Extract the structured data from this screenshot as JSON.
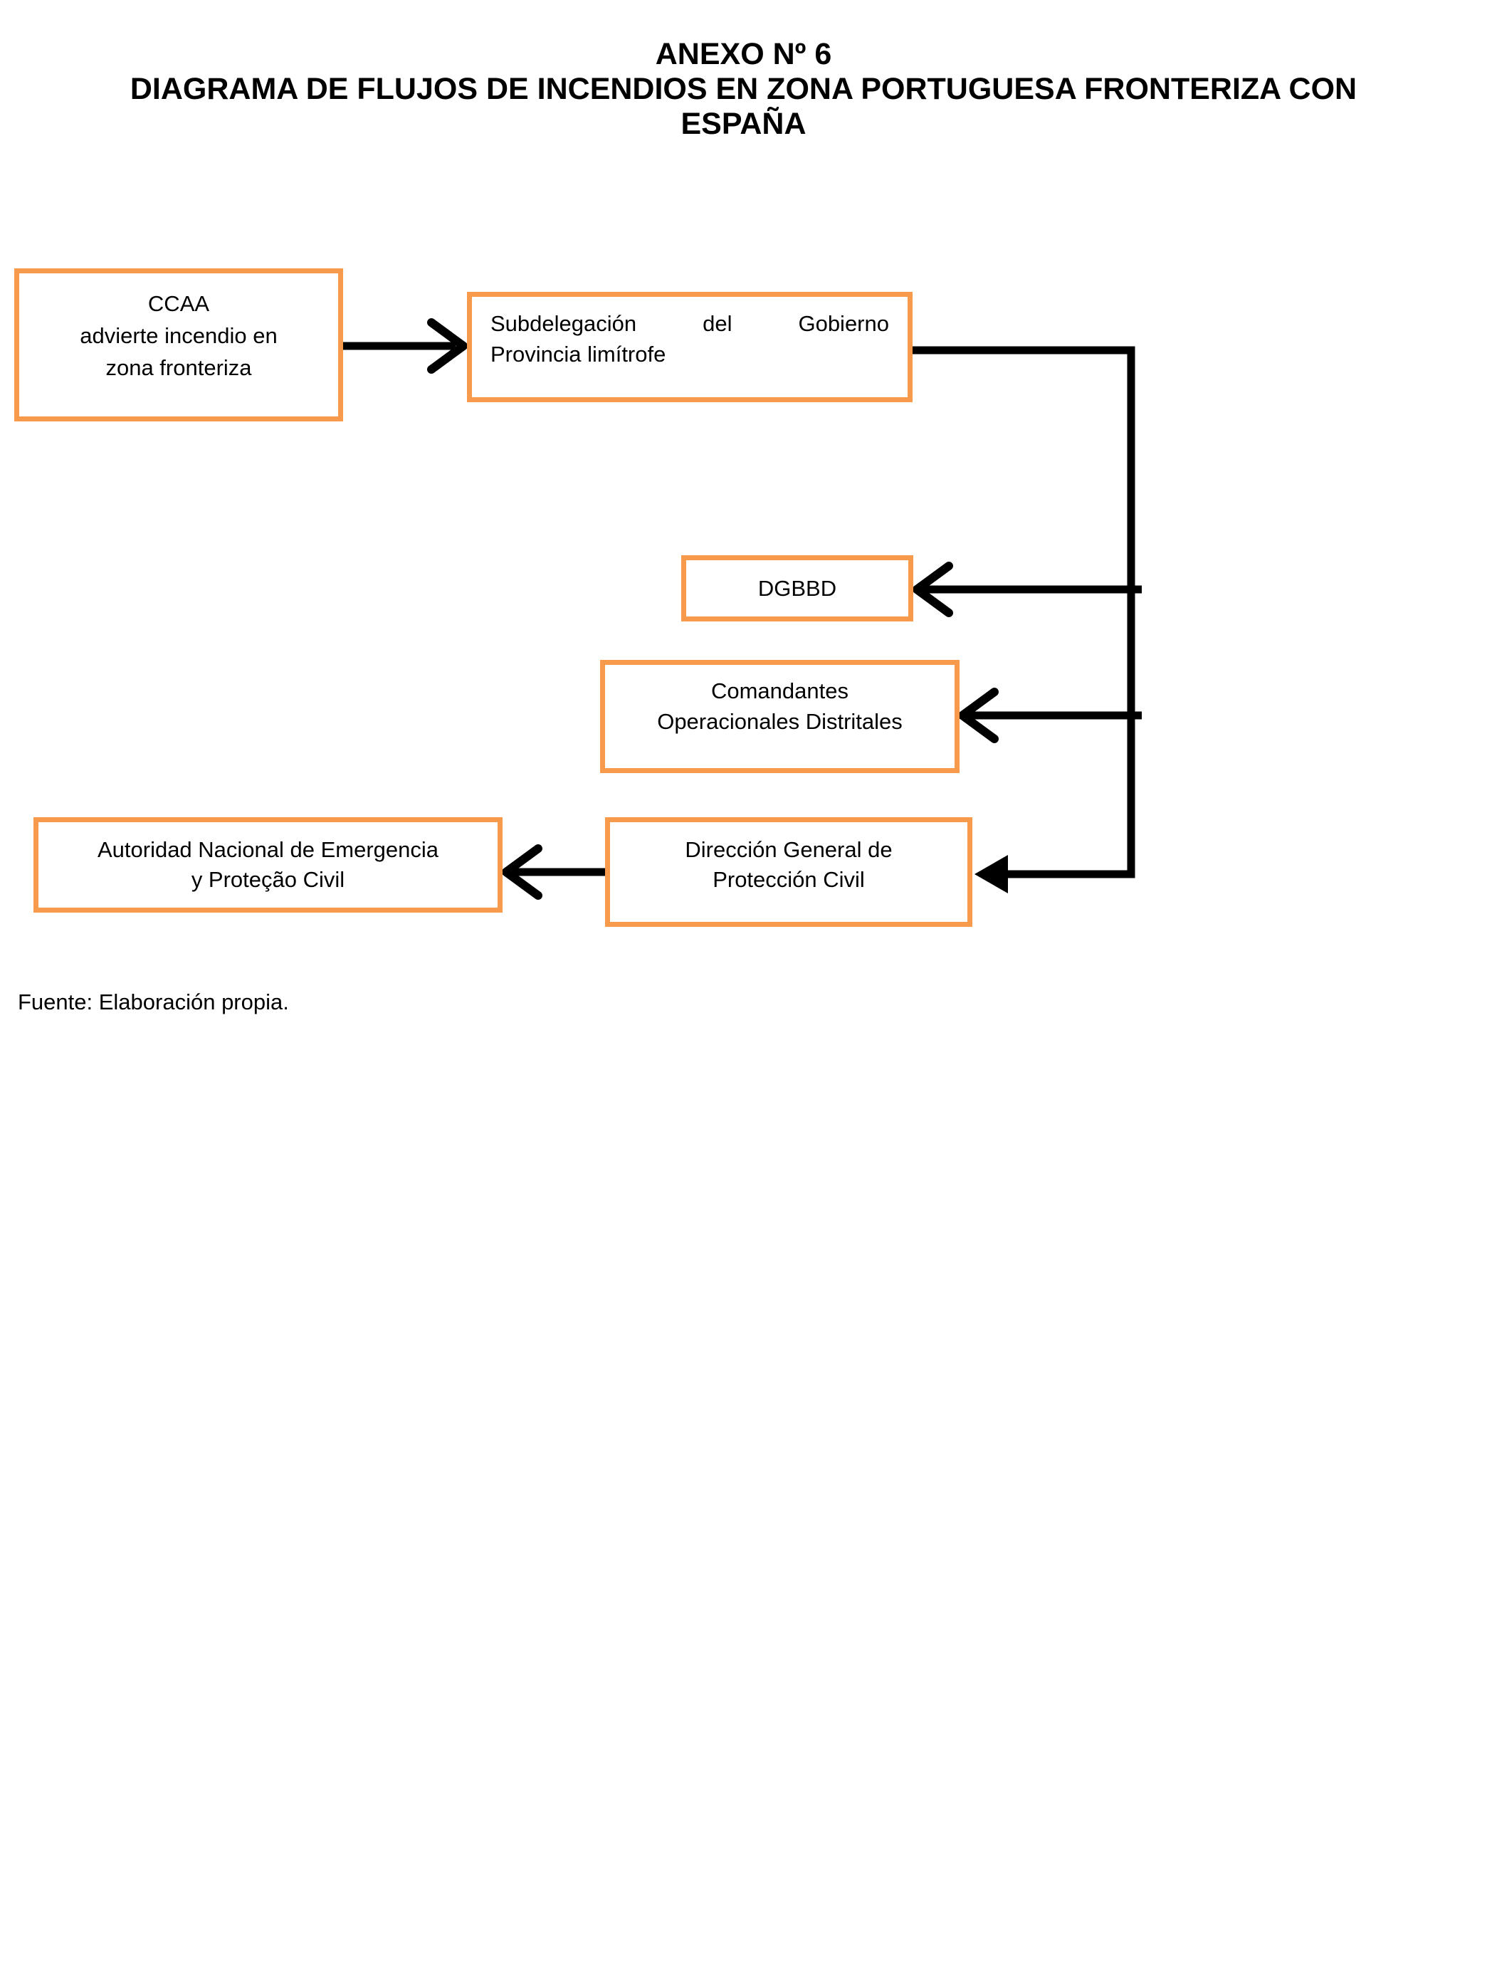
{
  "title": {
    "lines": [
      "ANEXO Nº 6",
      "DIAGRAMA DE FLUJOS DE INCENDIOS EN ZONA PORTUGUESA FRONTERIZA CON",
      "ESPAÑA"
    ]
  },
  "source_note": "Fuente: Elaboración propia.",
  "colors": {
    "node_border": "#F79A4B",
    "connector": "#000000",
    "text": "#000000",
    "page_background": "#FFFFFF"
  },
  "diagram": {
    "type": "flowchart",
    "nodes": [
      {
        "id": "ccaa",
        "lines": [
          "CCAA",
          "advierte incendio en",
          "zona fronteriza"
        ]
      },
      {
        "id": "subdelegacion-gobierno",
        "lines": [
          "Subdelegación del Gobierno",
          "Provincia limítrofe"
        ]
      },
      {
        "id": "dgbbd",
        "lines": [
          "DGBBD"
        ]
      },
      {
        "id": "comandantes-operacionales",
        "lines": [
          "Comandantes",
          "Operacionales Distritales"
        ]
      },
      {
        "id": "autoridad-nacional",
        "lines": [
          "Autoridad Nacional de Emergencia",
          "y Proteção Civil"
        ]
      },
      {
        "id": "direccion-general",
        "lines": [
          "Dirección General de",
          "Protección Civil"
        ]
      }
    ],
    "edges": [
      {
        "from": "ccaa",
        "to": "subdelegacion-gobierno",
        "arrow": "open"
      },
      {
        "from": "subdelegacion-gobierno",
        "to": "dgbbd",
        "arrow": "open"
      },
      {
        "from": "subdelegacion-gobierno",
        "to": "comandantes-operacionales",
        "arrow": "open"
      },
      {
        "from": "subdelegacion-gobierno",
        "to": "direccion-general",
        "arrow": "filled"
      },
      {
        "from": "direccion-general",
        "to": "autoridad-nacional",
        "arrow": "open"
      }
    ]
  }
}
